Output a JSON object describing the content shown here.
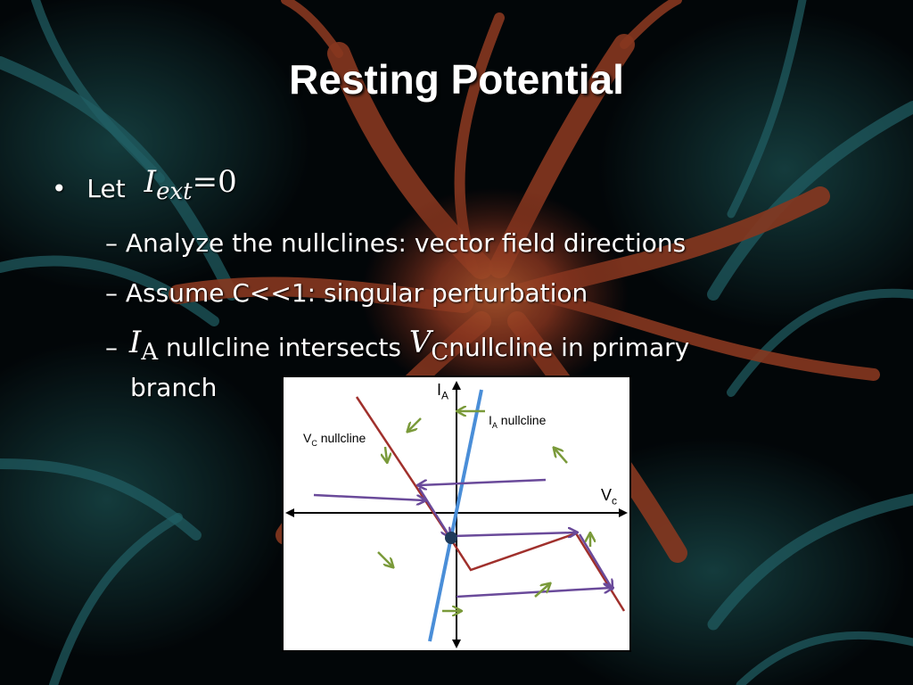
{
  "slide": {
    "title": "Resting Potential",
    "bullet_marker": "•",
    "dash": "–",
    "bullet1": {
      "prefix": "Let",
      "math_var": "I",
      "math_sub": "ext",
      "math_rest": "=0"
    },
    "sub1": "Analyze the nullclines: vector field directions",
    "sub2": "Assume  C<<1: singular perturbation",
    "sub3": {
      "var1": "I",
      "sub1": "A",
      "mid": " nullcline intersects ",
      "var2": "V",
      "sub2": "C",
      "end": "nullcline in primary",
      "end2": "branch"
    }
  },
  "diagram": {
    "axis_y_main": "I",
    "axis_y_sub": "A",
    "axis_x_main": "V",
    "axis_x_sub": "c",
    "ia_nullcline_main": "I",
    "ia_nullcline_sub": "A",
    "ia_nullcline_rest": " nullcline",
    "vc_nullcline_main": "V",
    "vc_nullcline_sub": "C",
    "vc_nullcline_rest": " nullcline",
    "colors": {
      "vc_nullcline": "#a0302c",
      "ia_nullcline": "#4a8ed8",
      "trajectory": "#6a4a9a",
      "vector_arrow": "#7a9a3a",
      "equilibrium": "#1e3a5a"
    }
  }
}
